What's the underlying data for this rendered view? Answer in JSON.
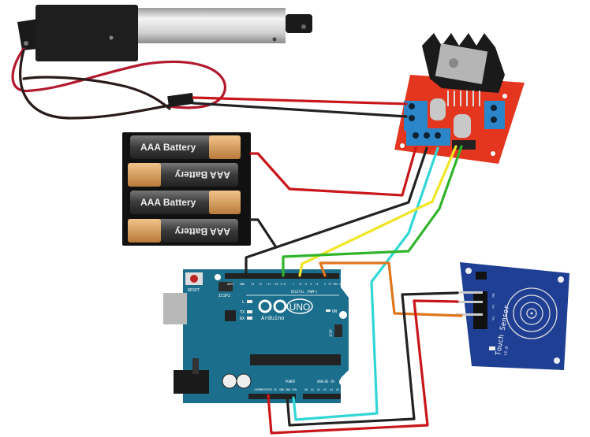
{
  "colors": {
    "arduino_blue": "#1b6e8c",
    "l298n_red": "#e4361e",
    "terminal_blue": "#2a86c8",
    "sensor_blue": "#1e3f94",
    "wire_red": "#c8161a",
    "wire_black": "#222222",
    "wire_cyan": "#32d6d6",
    "wire_yellow": "#f0e626",
    "wire_green": "#2fb42a",
    "wire_orange": "#e0761c"
  },
  "battery_pack": {
    "cells": [
      "AAA Battery",
      "AAA Battery",
      "AAA Battery",
      "AAA Battery"
    ]
  },
  "arduino": {
    "reset_label": "RESET",
    "icsp2_label": "ICSP2",
    "led_l": "L",
    "led_tx": "TX",
    "led_rx": "RX",
    "model": "UNO",
    "brand": "Arduino",
    "on_label": "ON",
    "icsp_label": "ICSP",
    "digital_label": "DIGITAL (PWM~)",
    "power_label": "POWER",
    "analog_label": "ANALOG IN",
    "top_pins": [
      "AREF",
      "GND",
      "13",
      "12",
      "~11",
      "~10",
      "~9",
      "8",
      "7",
      "~6",
      "~5",
      "4",
      "~3",
      "2",
      "TX 1",
      "RX 0"
    ],
    "power_pins": [
      "IOREF",
      "RESET",
      "3V3",
      "5V",
      "GND",
      "GND",
      "VIN"
    ],
    "analog_pins": [
      "A0",
      "A1",
      "A2",
      "A3",
      "A4",
      "A5"
    ]
  },
  "touch_sensor": {
    "title": "Touch Sensor",
    "version": "v1.0",
    "pins": [
      "GND",
      "VCC",
      "SIG"
    ]
  }
}
